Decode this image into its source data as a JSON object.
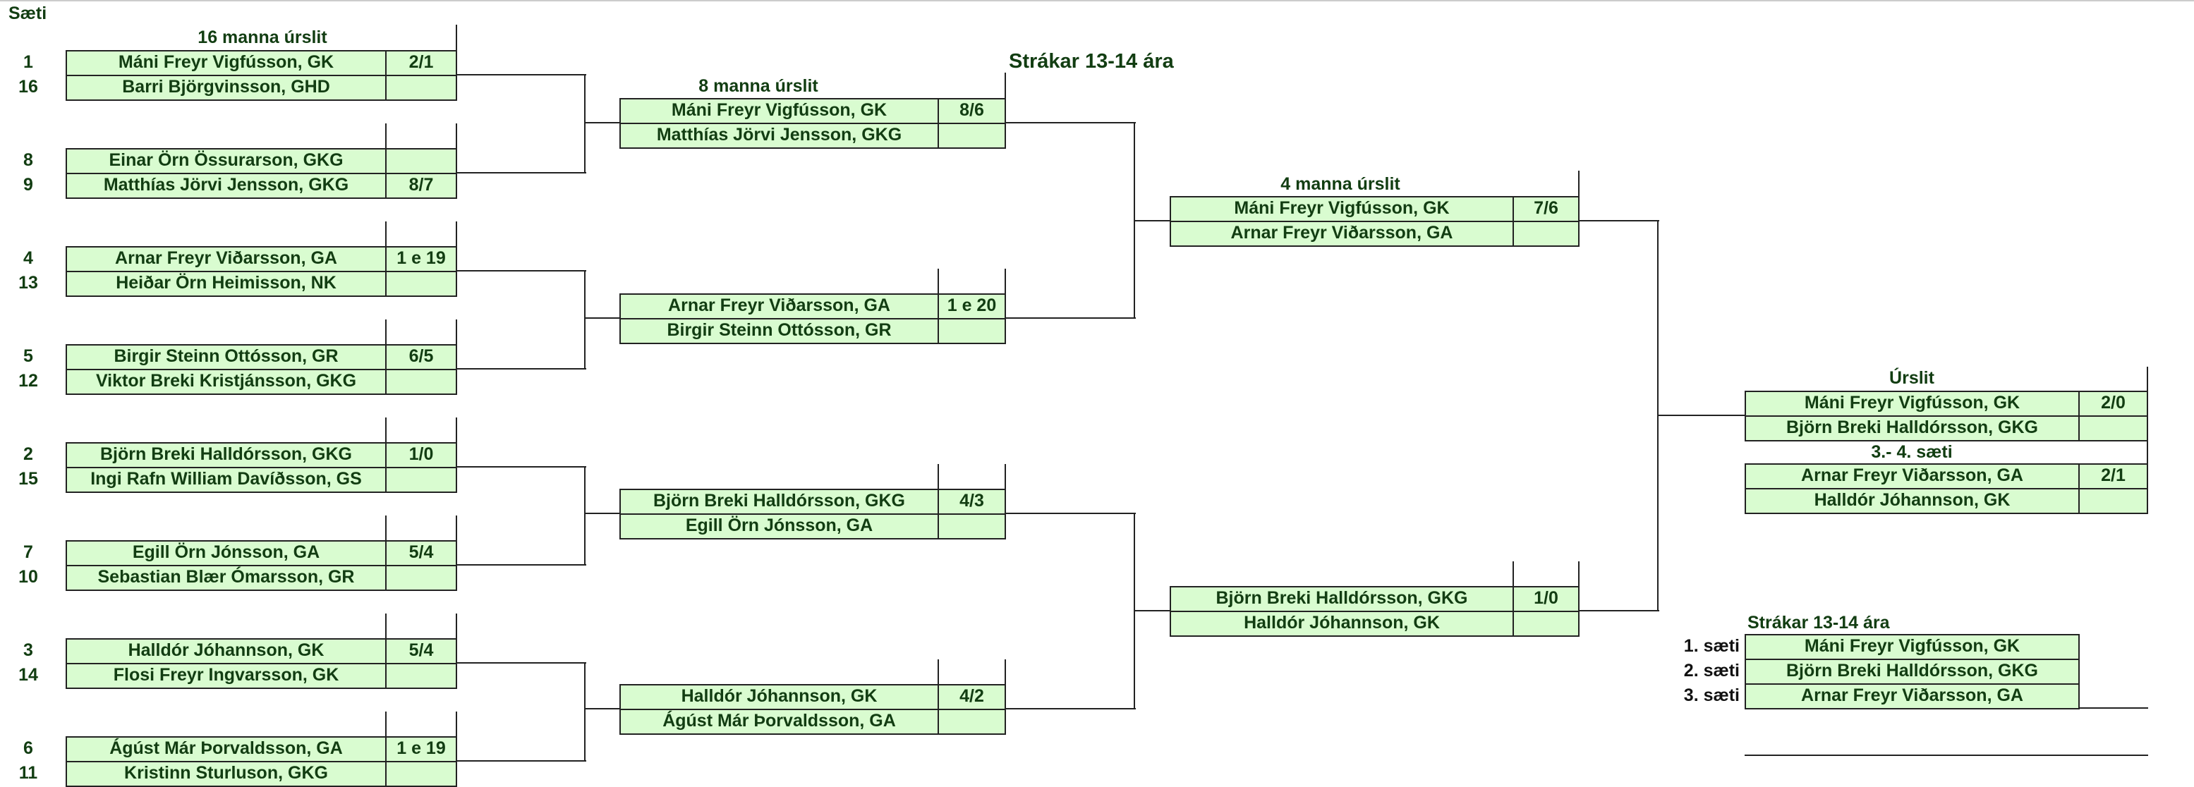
{
  "page_title": "Strákar 13-14 ára",
  "seat_header": "Sæti",
  "rounds": {
    "r16": {
      "title": "16 manna úrslit",
      "rows": [
        {
          "seed": "1",
          "name": "Máni Freyr Vigfússon, GK",
          "score": "2/1"
        },
        {
          "seed": "16",
          "name": "Barri Björgvinsson, GHD",
          "score": ""
        },
        {
          "seed": "8",
          "name": "Einar Örn Össurarson, GKG",
          "score": ""
        },
        {
          "seed": "9",
          "name": "Matthías Jörvi Jensson, GKG",
          "score": "8/7"
        },
        {
          "seed": "4",
          "name": "Arnar Freyr Viðarsson, GA",
          "score": "1 e 19"
        },
        {
          "seed": "13",
          "name": "Heiðar Örn Heimisson, NK",
          "score": ""
        },
        {
          "seed": "5",
          "name": "Birgir Steinn Ottósson, GR",
          "score": "6/5"
        },
        {
          "seed": "12",
          "name": "Viktor Breki Kristjánsson, GKG",
          "score": ""
        },
        {
          "seed": "2",
          "name": "Björn Breki Halldórsson, GKG",
          "score": "1/0"
        },
        {
          "seed": "15",
          "name": "Ingi Rafn William Davíðsson, GS",
          "score": ""
        },
        {
          "seed": "7",
          "name": "Egill Örn Jónsson, GA",
          "score": "5/4"
        },
        {
          "seed": "10",
          "name": "Sebastian Blær Ómarsson, GR",
          "score": ""
        },
        {
          "seed": "3",
          "name": "Halldór Jóhannson, GK",
          "score": "5/4"
        },
        {
          "seed": "14",
          "name": "Flosi Freyr Ingvarsson, GK",
          "score": ""
        },
        {
          "seed": "6",
          "name": "Ágúst Már Þorvaldsson, GA",
          "score": "1 e 19"
        },
        {
          "seed": "11",
          "name": "Kristinn Sturluson, GKG",
          "score": ""
        }
      ]
    },
    "r8": {
      "title": "8 manna úrslit",
      "rows": [
        {
          "name": "Máni Freyr Vigfússon, GK",
          "score": "8/6"
        },
        {
          "name": "Matthías Jörvi Jensson, GKG",
          "score": ""
        },
        {
          "name": "Arnar Freyr Viðarsson, GA",
          "score": "1 e 20"
        },
        {
          "name": "Birgir Steinn Ottósson, GR",
          "score": ""
        },
        {
          "name": "Björn Breki Halldórsson, GKG",
          "score": "4/3"
        },
        {
          "name": "Egill Örn Jónsson, GA",
          "score": ""
        },
        {
          "name": "Halldór Jóhannson, GK",
          "score": "4/2"
        },
        {
          "name": "Ágúst Már Þorvaldsson, GA",
          "score": ""
        }
      ]
    },
    "r4": {
      "title": "4 manna úrslit",
      "rows": [
        {
          "name": "Máni Freyr Vigfússon, GK",
          "score": "7/6"
        },
        {
          "name": "Arnar Freyr Viðarsson, GA",
          "score": ""
        },
        {
          "name": "Björn Breki Halldórsson, GKG",
          "score": "1/0"
        },
        {
          "name": "Halldór Jóhannson, GK",
          "score": ""
        }
      ]
    },
    "final": {
      "title": "Úrslit",
      "rows": [
        {
          "name": "Máni Freyr Vigfússon, GK",
          "score": "2/0"
        },
        {
          "name": "Björn Breki Halldórsson, GKG",
          "score": ""
        }
      ]
    },
    "third": {
      "title": "3.- 4. sæti",
      "rows": [
        {
          "name": "Arnar Freyr Viðarsson, GA",
          "score": "2/1"
        },
        {
          "name": "Halldór Jóhannson, GK",
          "score": ""
        }
      ]
    }
  },
  "standings": {
    "title": "Strákar 13-14 ára",
    "rows": [
      {
        "label": "1. sæti",
        "name": "Máni Freyr Vigfússon, GK"
      },
      {
        "label": "2. sæti",
        "name": "Björn Breki Halldórsson, GKG"
      },
      {
        "label": "3. sæti",
        "name": "Arnar Freyr Viðarsson, GA"
      }
    ]
  },
  "colors": {
    "fill": "#d9fcd0",
    "text": "#123d12",
    "line": "#222222"
  }
}
